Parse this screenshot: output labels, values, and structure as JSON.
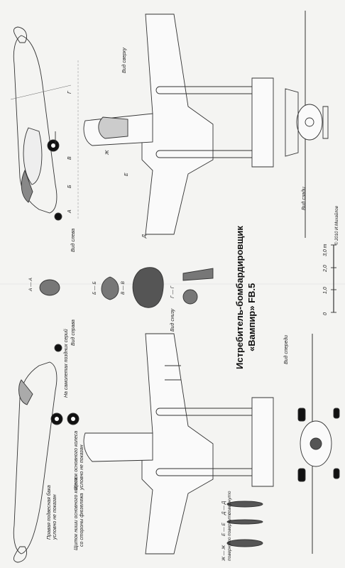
{
  "title": {
    "line1": "Истребитель-бомбардировщик",
    "line2": "«Вампир» FB.5"
  },
  "view_labels": {
    "left_view_top": "Вид слева",
    "right_view_bottom": "Вид справа",
    "top_view": "Вид сверху",
    "bottom_view": "Вид снизу",
    "front_view": "Вид спереди",
    "rear_view": "Вид сзади"
  },
  "notes": {
    "late_series": "На самолетах поздних серий",
    "right_tank_line1": "Правая подвесная бака",
    "right_tank_line2": "условно не показан",
    "gear_door_line1": "Щиток основного колеса",
    "gear_door_line2": "условно не показан",
    "wheel_well_line1": "Щиток ниши основного колеса",
    "wheel_well_line2": "со стороны фюзеляжа"
  },
  "station_letters": [
    "А",
    "Б",
    "В",
    "Г",
    "Д",
    "Е",
    "Ж"
  ],
  "sections": [
    {
      "id": "a",
      "label": "А — А"
    },
    {
      "id": "b",
      "label": "Б — Б"
    },
    {
      "id": "v",
      "label": "В — В"
    },
    {
      "id": "g",
      "label": "Г — Г"
    }
  ],
  "small_sections": [
    {
      "label": "Д — Д",
      "sub": "повернуто"
    },
    {
      "label": "Е — Е",
      "sub": "повернуто"
    },
    {
      "label": "Ж — Ж",
      "sub": "повернуто"
    }
  ],
  "scale": {
    "ticks": [
      "0",
      "1,0",
      "2,0",
      "3,0 m"
    ]
  },
  "credit": "© 2010 И.Михайлов"
}
